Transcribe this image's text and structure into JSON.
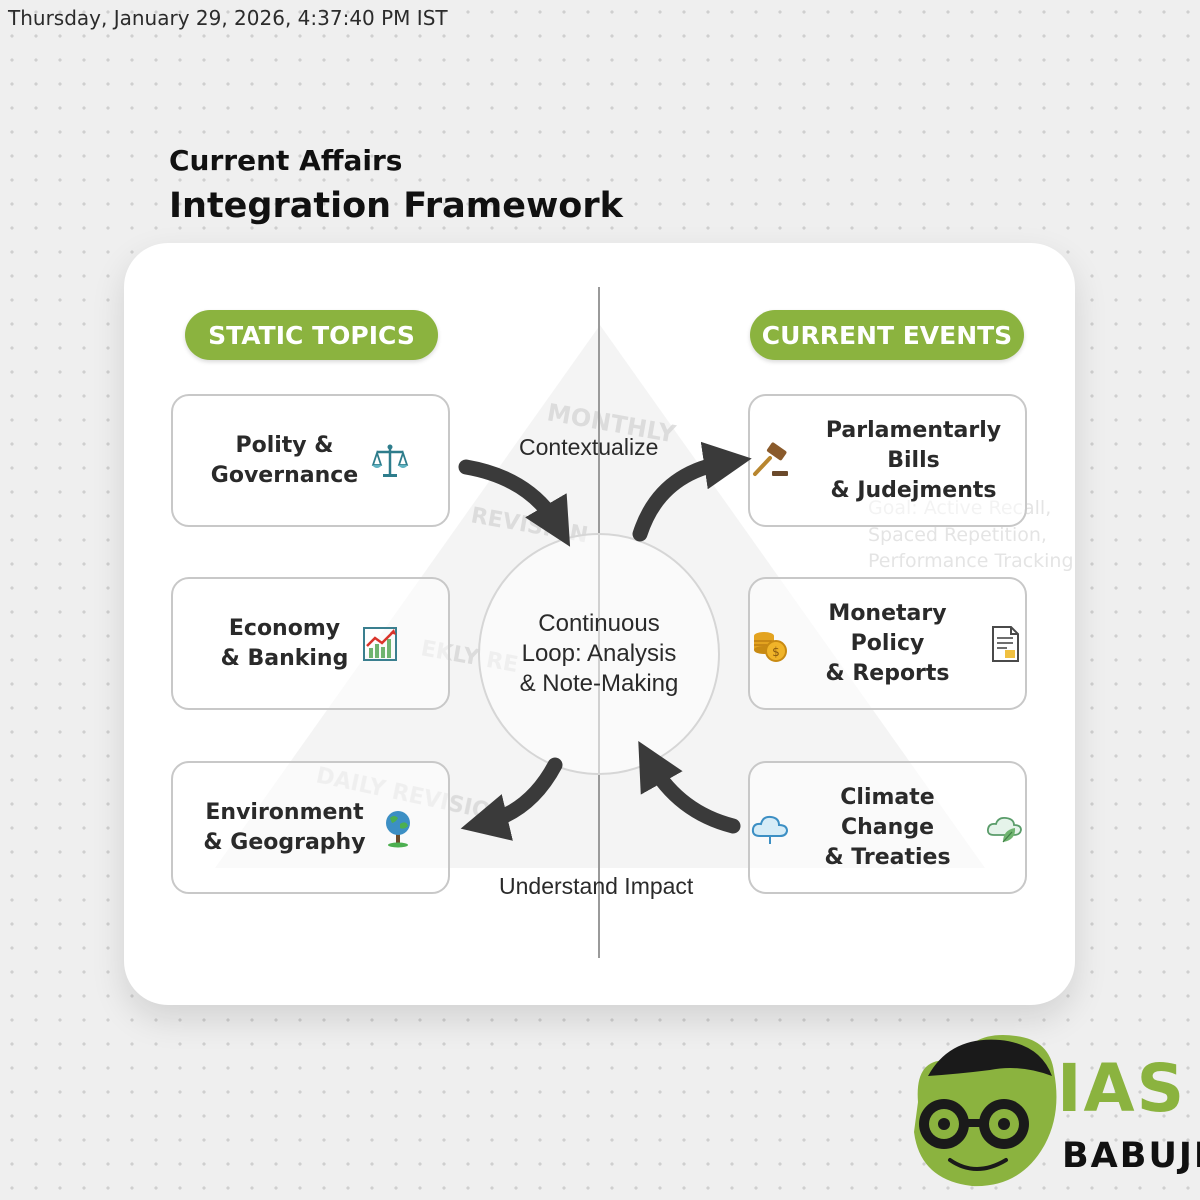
{
  "timestamp": "Thursday, January 29, 2026, 4:37:40 PM IST",
  "header": {
    "title_line1": "Current Affairs",
    "title_line2": "Integration Framework"
  },
  "columns": {
    "left_heading": "STATIC TOPICS",
    "right_heading": "CURRENT EVENTS"
  },
  "static_topics": [
    {
      "label": "Polity &\nGovernance",
      "icon": "scales-icon"
    },
    {
      "label": "Economy\n& Banking",
      "icon": "growth-chart-icon"
    },
    {
      "label": "Environment\n& Geography",
      "icon": "globe-tree-icon"
    }
  ],
  "current_events": [
    {
      "label": "Parlamentarly Bills\n& Judejments",
      "icon": "gavel-icon"
    },
    {
      "label": "Monetary Policy\n& Reports",
      "icon": "coins-icon",
      "icon2": "report-icon"
    },
    {
      "label": "Climate Change\n& Treaties",
      "icon": "cloud-icon",
      "icon2": "leaf-cloud-icon"
    }
  ],
  "center": {
    "label": "Continuous\nLoop: Analysis\n& Note-Making"
  },
  "flow_labels": {
    "top": "Contextualize",
    "bottom": "Understand Impact"
  },
  "watermark_text": {
    "monthly": "MONTHLY",
    "revision": "REVISION",
    "weekly": "EKLY RE",
    "daily": "DAILY REVISION",
    "goal_lines": [
      "Goal: Active Recall,",
      "Spaced Repetition,",
      "Performance Tracking"
    ]
  },
  "logo": {
    "line1": "IAS",
    "line2": "BABUJI"
  },
  "colors": {
    "accent": "#8bb33f",
    "arrow": "#3a3a3a"
  }
}
